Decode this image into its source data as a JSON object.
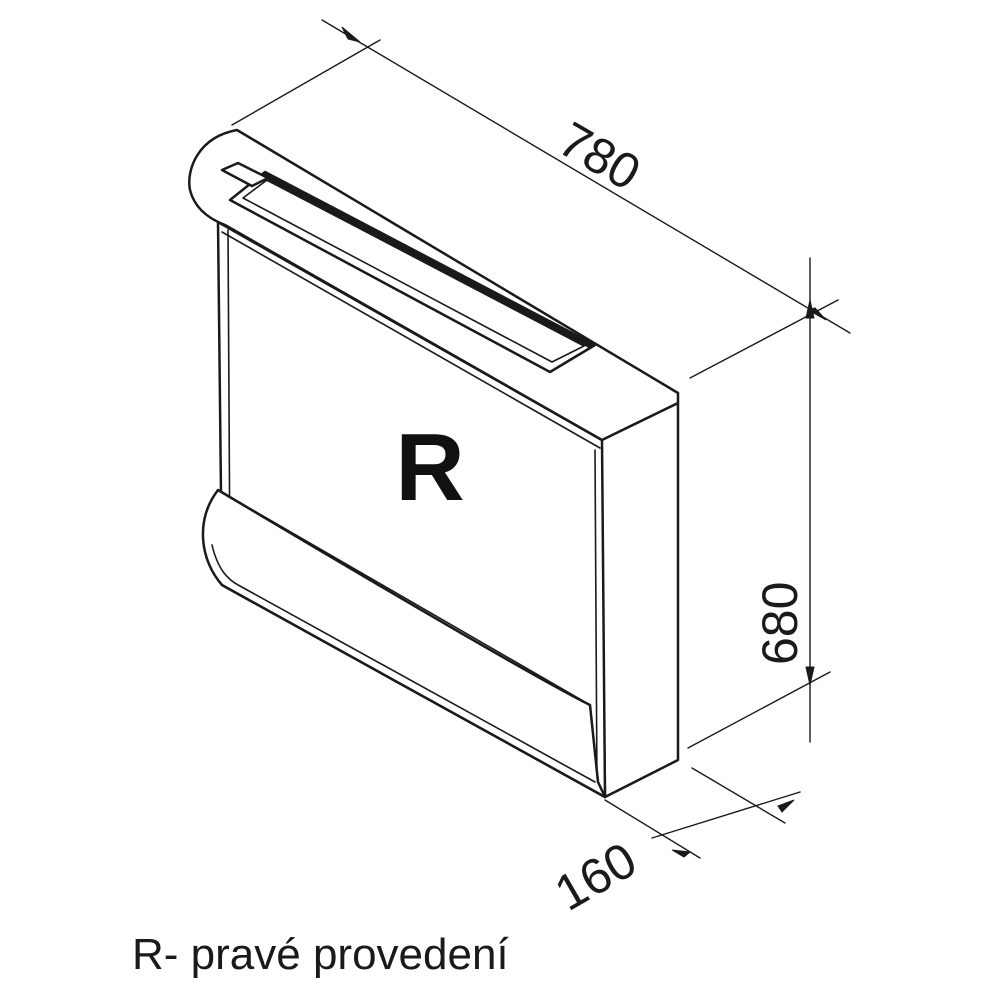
{
  "dimensions": {
    "width": "780",
    "height": "680",
    "depth": "160"
  },
  "variant_mark": "R",
  "caption": "R- pravé provedení",
  "colors": {
    "line": "#1a1a1a",
    "background": "#ffffff"
  }
}
